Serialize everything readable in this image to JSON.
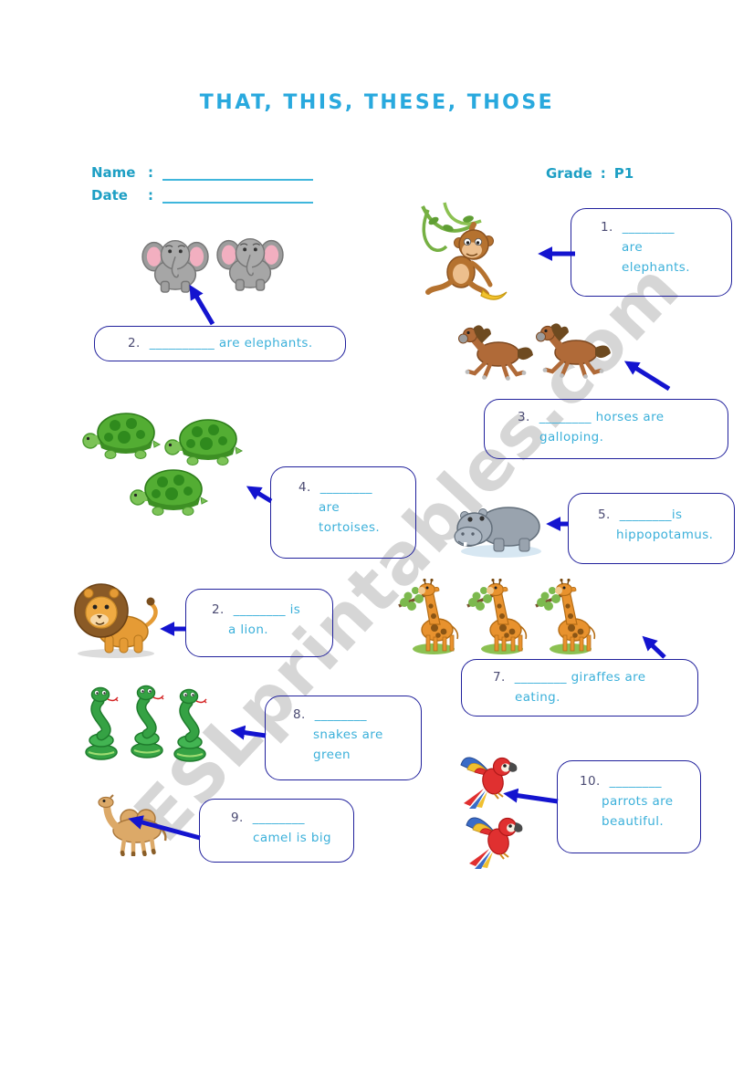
{
  "worksheet": {
    "title": "THAT, THIS, THESE, THOSE",
    "watermark": "ESLprintables.com",
    "name_label": "Name",
    "date_label": "Date",
    "grade_label": "Grade",
    "grade_value": "P1",
    "colon": ":"
  },
  "colors": {
    "title_cyan": "#29a9de",
    "header_teal": "#1d9fc4",
    "box_text_cyan": "#3bb0da",
    "box_number_navy": "#4a4a72",
    "box_border_navy": "#20209c",
    "arrow_blue": "#1414cf",
    "watermark_gray": "#9e9e9e"
  },
  "items": [
    {
      "number": "1.",
      "lines": [
        "________",
        "are",
        "elephants."
      ],
      "animal": "monkey-on-vine"
    },
    {
      "number": "2.",
      "lines": [
        "__________ are elephants."
      ],
      "animal": "two-elephants"
    },
    {
      "number": "3.",
      "lines": [
        "________ horses are",
        "galloping."
      ],
      "animal": "two-horses"
    },
    {
      "number": "4.",
      "lines": [
        "________",
        "are",
        "tortoises."
      ],
      "animal": "three-tortoises"
    },
    {
      "number": "5.",
      "lines": [
        "________is",
        "hippopotamus."
      ],
      "animal": "hippopotamus"
    },
    {
      "number": "2.",
      "lines": [
        "________ is",
        "a lion."
      ],
      "animal": "lion"
    },
    {
      "number": "7.",
      "lines": [
        "________ giraffes are",
        "eating."
      ],
      "animal": "three-giraffes"
    },
    {
      "number": "8.",
      "lines": [
        "________",
        "snakes are",
        "green"
      ],
      "animal": "three-snakes"
    },
    {
      "number": "9.",
      "lines": [
        "________",
        "camel is big"
      ],
      "animal": "camel"
    },
    {
      "number": "10.",
      "lines": [
        "________",
        "parrots are",
        "beautiful."
      ],
      "animal": "two-parrots"
    }
  ],
  "illustrations": [
    "two-elephants",
    "monkey-on-vine",
    "two-horses",
    "three-tortoises",
    "hippopotamus",
    "lion",
    "three-giraffes",
    "three-snakes",
    "camel",
    "two-parrots"
  ]
}
